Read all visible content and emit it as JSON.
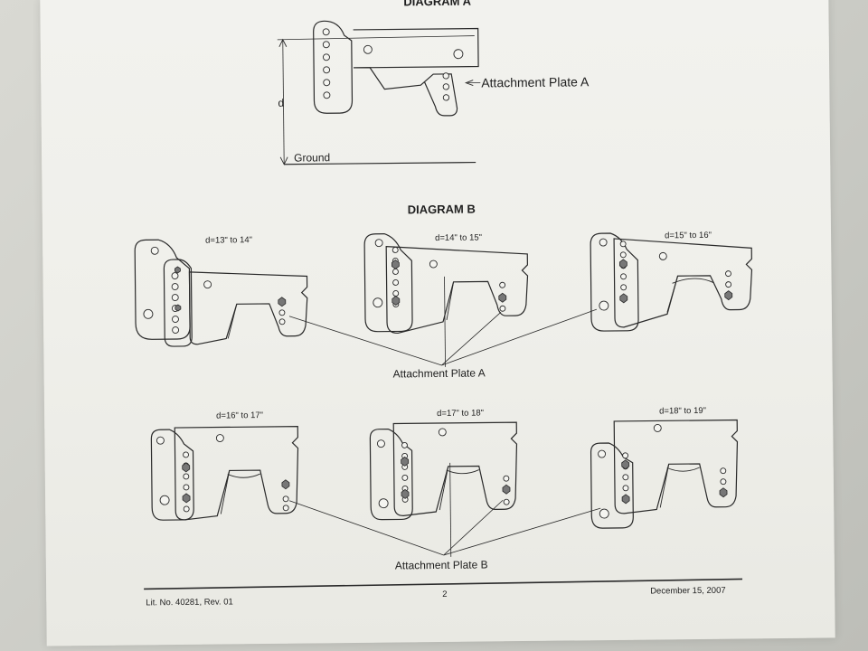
{
  "diagram_a": {
    "title": "DIAGRAM A",
    "d_label": "d",
    "ground_label": "Ground",
    "plate_label": "Attachment Plate A"
  },
  "diagram_b": {
    "title": "DIAGRAM B",
    "ranges": [
      "d=13\" to 14\"",
      "d=14\" to 15\"",
      "d=15\" to 16\"",
      "d=16\" to 17\"",
      "d=17\" to 18\"",
      "d=18\" to 19\""
    ],
    "plate_a_label": "Attachment Plate A",
    "plate_b_label": "Attachment Plate B"
  },
  "footer": {
    "lit_no": "Lit. No. 40281, Rev. 01",
    "page": "2",
    "date": "December 15, 2007"
  }
}
